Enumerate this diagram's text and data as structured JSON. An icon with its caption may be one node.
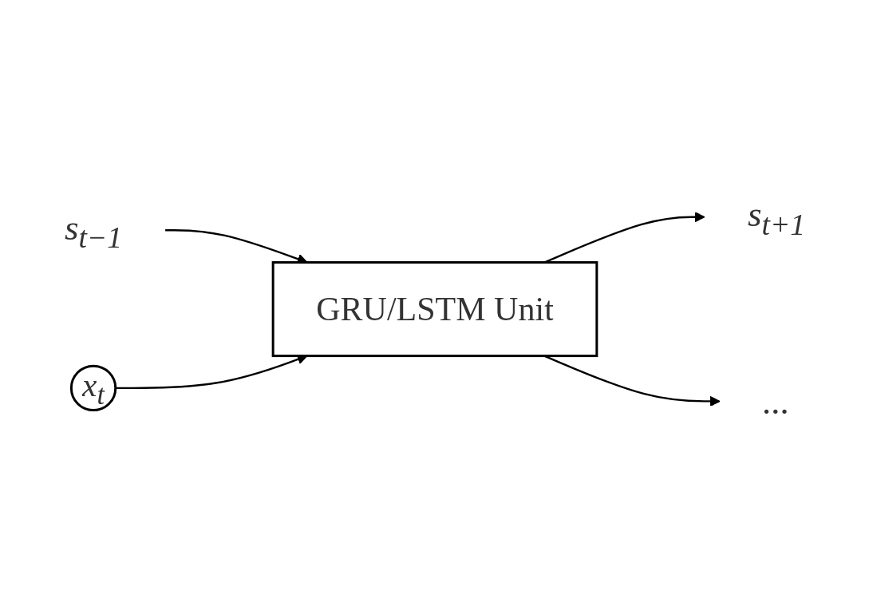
{
  "diagram": {
    "nodes": [
      {
        "text": [
          "s$_{t−1}$"
        ]
      },
      {
        "text": [
          "GRU/LSTM Unit"
        ]
      },
      {
        "text": [
          "s$_{t+1}$"
        ]
      },
      {
        "text": [
          "x$_{t}$"
        ]
      },
      {
        "text": [
          "..."
        ]
      }
    ],
    "edges": [
      {
        "from": 0,
        "to": 1,
        "arrow": "to"
      },
      {
        "from": 1,
        "to": 2,
        "arrow": "to"
      },
      {
        "from": 3,
        "to": 1,
        "arrow": "to"
      },
      {
        "from": 1,
        "to": 4,
        "arrow": "to"
      }
    ]
  }
}
